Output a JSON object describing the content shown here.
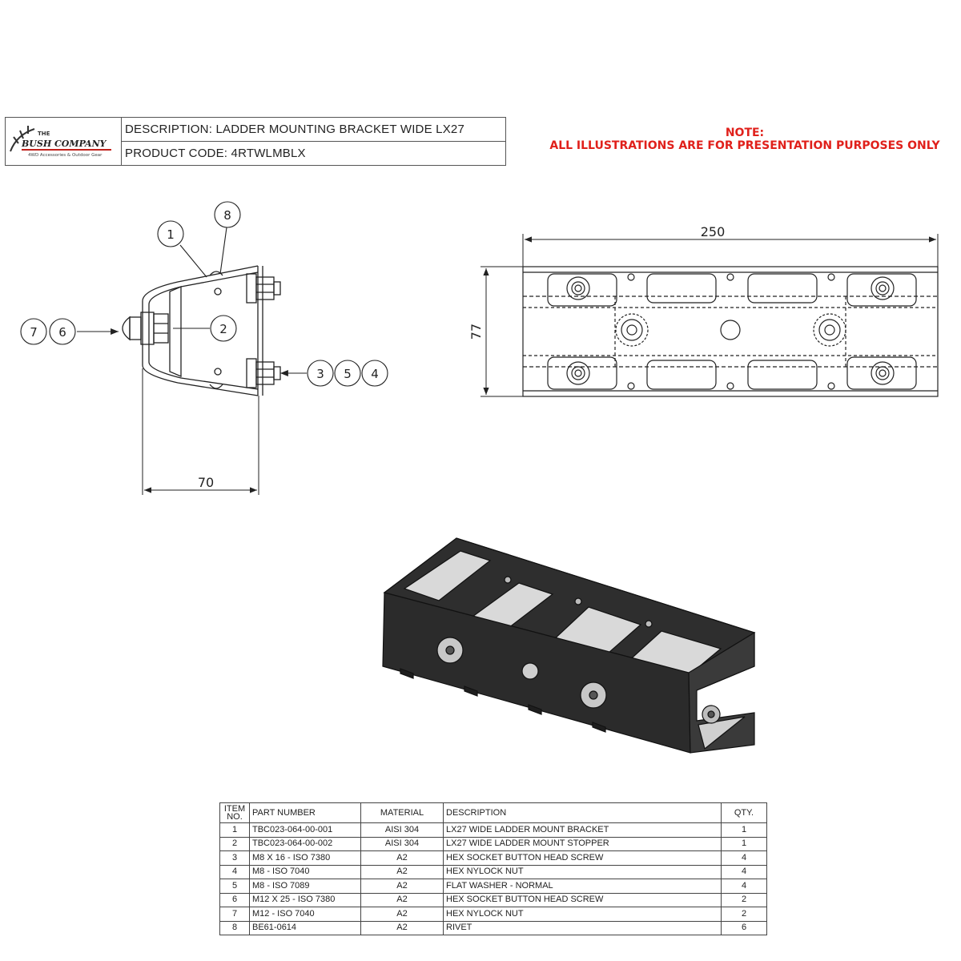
{
  "titleblock": {
    "logo_text_top": "THE",
    "logo_text_main": "BUSH COMPANY",
    "logo_tagline": "4WD Accessories & Outdoor Gear",
    "description": "DESCRIPTION: LADDER MOUNTING BRACKET WIDE LX27",
    "product_code": "PRODUCT CODE: 4RTWLMBLX"
  },
  "note": {
    "line1": "NOTE:",
    "line2": "ALL ILLUSTRATIONS ARE FOR PRESENTATION PURPOSES ONLY"
  },
  "colors": {
    "note_red": "#e0201b",
    "line": "#222222",
    "dark_part": "#2b2b2b"
  },
  "front_view": {
    "balloons": {
      "b1": "1",
      "b2": "2",
      "b3": "3",
      "b4": "4",
      "b5": "5",
      "b6": "6",
      "b7": "7",
      "b8": "8"
    },
    "width_dim": "70"
  },
  "top_view": {
    "length_dim": "250",
    "width_dim": "77"
  },
  "bom": {
    "headers": {
      "item": "ITEM NO.",
      "part": "PART NUMBER",
      "material": "MATERIAL",
      "description": "DESCRIPTION",
      "qty": "QTY."
    },
    "rows": [
      {
        "item": "1",
        "part": "TBC023-064-00-001",
        "material": "AISI 304",
        "description": "LX27 WIDE LADDER MOUNT BRACKET",
        "qty": "1"
      },
      {
        "item": "2",
        "part": "TBC023-064-00-002",
        "material": "AISI 304",
        "description": "LX27 WIDE LADDER MOUNT STOPPER",
        "qty": "1"
      },
      {
        "item": "3",
        "part": "M8 X 16 - ISO 7380",
        "material": "A2",
        "description": "HEX SOCKET BUTTON HEAD SCREW",
        "qty": "4"
      },
      {
        "item": "4",
        "part": "M8 - ISO 7040",
        "material": "A2",
        "description": "HEX NYLOCK NUT",
        "qty": "4"
      },
      {
        "item": "5",
        "part": "M8 - ISO 7089",
        "material": "A2",
        "description": "FLAT WASHER - NORMAL",
        "qty": "4"
      },
      {
        "item": "6",
        "part": "M12 X 25 - ISO 7380",
        "material": "A2",
        "description": "HEX SOCKET BUTTON HEAD SCREW",
        "qty": "2"
      },
      {
        "item": "7",
        "part": "M12 - ISO 7040",
        "material": "A2",
        "description": "HEX NYLOCK NUT",
        "qty": "2"
      },
      {
        "item": "8",
        "part": "BE61-0614",
        "material": "A2",
        "description": "RIVET",
        "qty": "6"
      }
    ]
  }
}
